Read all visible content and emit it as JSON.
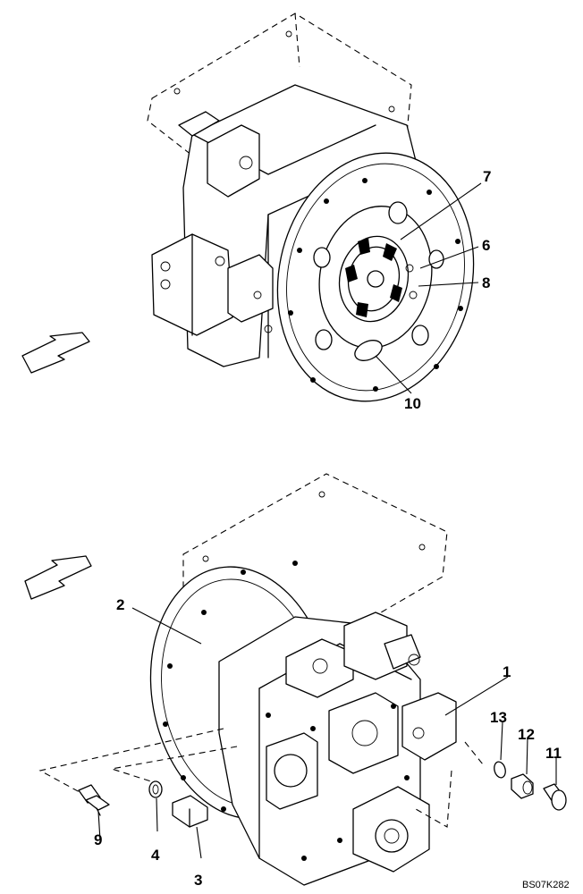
{
  "drawing": {
    "code": "BS07K282"
  },
  "callouts": {
    "c1": "1",
    "c2": "2",
    "c3": "3",
    "c4": "4",
    "c6": "6",
    "c7": "7",
    "c8": "8",
    "c9": "9",
    "c10": "10",
    "c11": "11",
    "c12": "12",
    "c13": "13"
  }
}
